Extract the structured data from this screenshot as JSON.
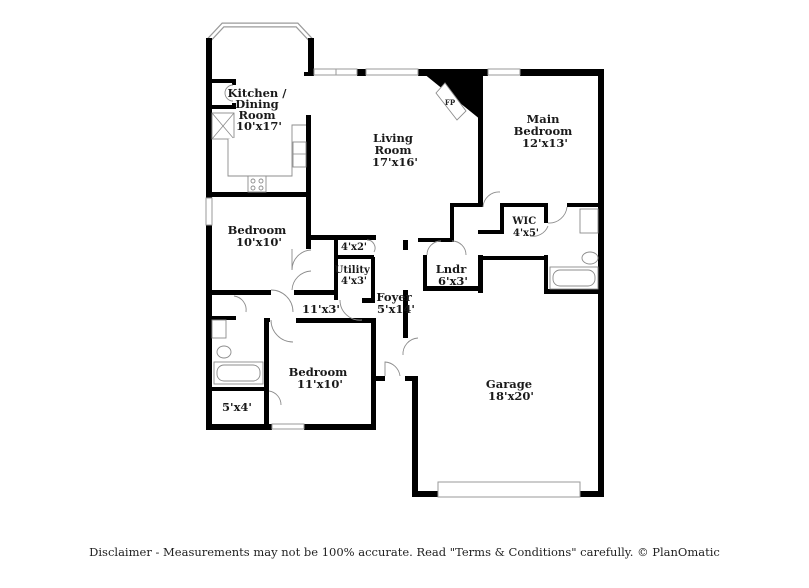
{
  "floorplan": {
    "rooms": [
      {
        "id": "kitchen",
        "name_lines": [
          "Kitchen /",
          "Dining",
          "Room"
        ],
        "dims": "10'x17'"
      },
      {
        "id": "living",
        "name_lines": [
          "Living",
          "Room"
        ],
        "dims": "17'x16'"
      },
      {
        "id": "main-bedroom",
        "name_lines": [
          "Main",
          "Bedroom"
        ],
        "dims": "12'x13'"
      },
      {
        "id": "bedroom-1",
        "name_lines": [
          "Bedroom"
        ],
        "dims": "10'x10'"
      },
      {
        "id": "closet-4x2",
        "name_lines": [],
        "dims": "4'x2'"
      },
      {
        "id": "utility",
        "name_lines": [
          "Utility"
        ],
        "dims": "4'x3'"
      },
      {
        "id": "hall",
        "name_lines": [],
        "dims": "11'x3'"
      },
      {
        "id": "foyer",
        "name_lines": [
          "Foyer"
        ],
        "dims": "5'x14'"
      },
      {
        "id": "wic",
        "name_lines": [
          "WIC"
        ],
        "dims": "4'x5'"
      },
      {
        "id": "laundry",
        "name_lines": [
          "Lndr"
        ],
        "dims": "6'x3'"
      },
      {
        "id": "bedroom-2",
        "name_lines": [
          "Bedroom"
        ],
        "dims": "11'x10'"
      },
      {
        "id": "closet-5x4",
        "name_lines": [],
        "dims": "5'x4'"
      },
      {
        "id": "garage",
        "name_lines": [
          "Garage"
        ],
        "dims": "18'x20'"
      }
    ],
    "fireplace_label": "FP"
  },
  "footer": {
    "disclaimer": "Disclaimer - Measurements may not be 100% accurate. Read \"Terms & Conditions\" carefully. © PlanOmatic"
  }
}
